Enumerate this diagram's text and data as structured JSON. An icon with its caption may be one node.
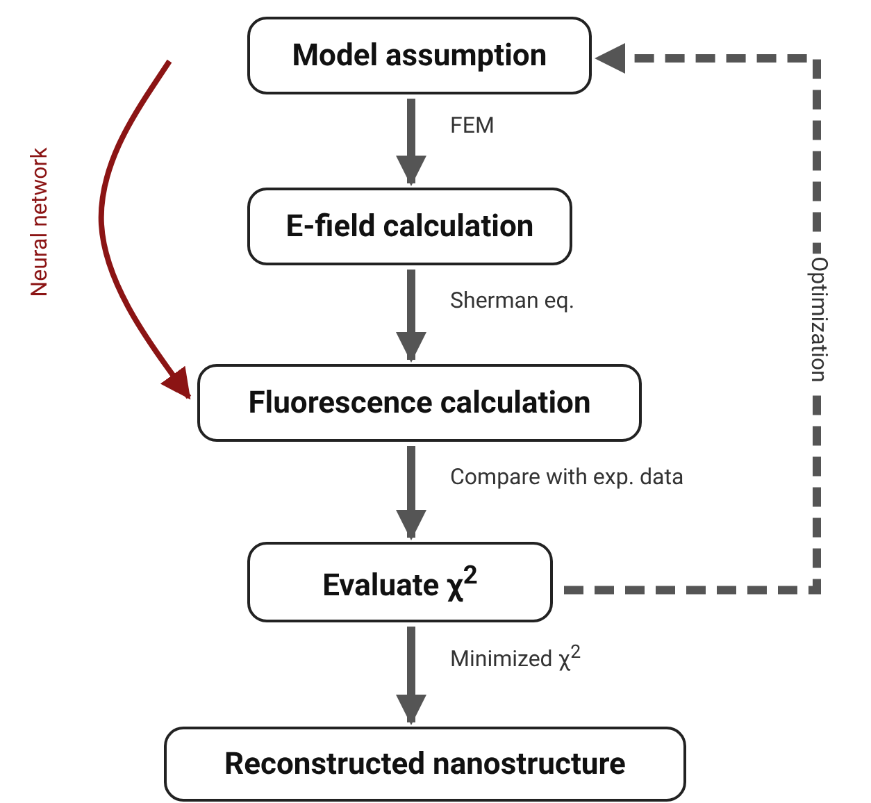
{
  "diagram": {
    "nodes": [
      {
        "text": [
          "Model assumption"
        ]
      },
      {
        "text": [
          "E-field calculation"
        ]
      },
      {
        "text": [
          "Fluorescence calculation"
        ]
      },
      {
        "text": [
          "Evaluate  χ$^{2}$"
        ]
      },
      {
        "text": [
          "Reconstructed nanostructure"
        ]
      }
    ],
    "edges": [
      {
        "from": 0,
        "to": 1,
        "arrow": "to",
        "label": "FEM"
      },
      {
        "from": 1,
        "to": 2,
        "arrow": "to",
        "label": "Sherman eq."
      },
      {
        "from": 2,
        "to": 3,
        "arrow": "to",
        "label": "Compare with exp. data"
      },
      {
        "from": 3,
        "to": 4,
        "arrow": "to",
        "label": "Minimized χ$^{2}$"
      },
      {
        "from": 3,
        "to": 0,
        "arrow": "to",
        "label": "Optimization",
        "style": "dashed"
      },
      {
        "from": null,
        "to": 2,
        "arrow": "to",
        "label": "Neural network",
        "color": "#8b1414"
      }
    ]
  }
}
